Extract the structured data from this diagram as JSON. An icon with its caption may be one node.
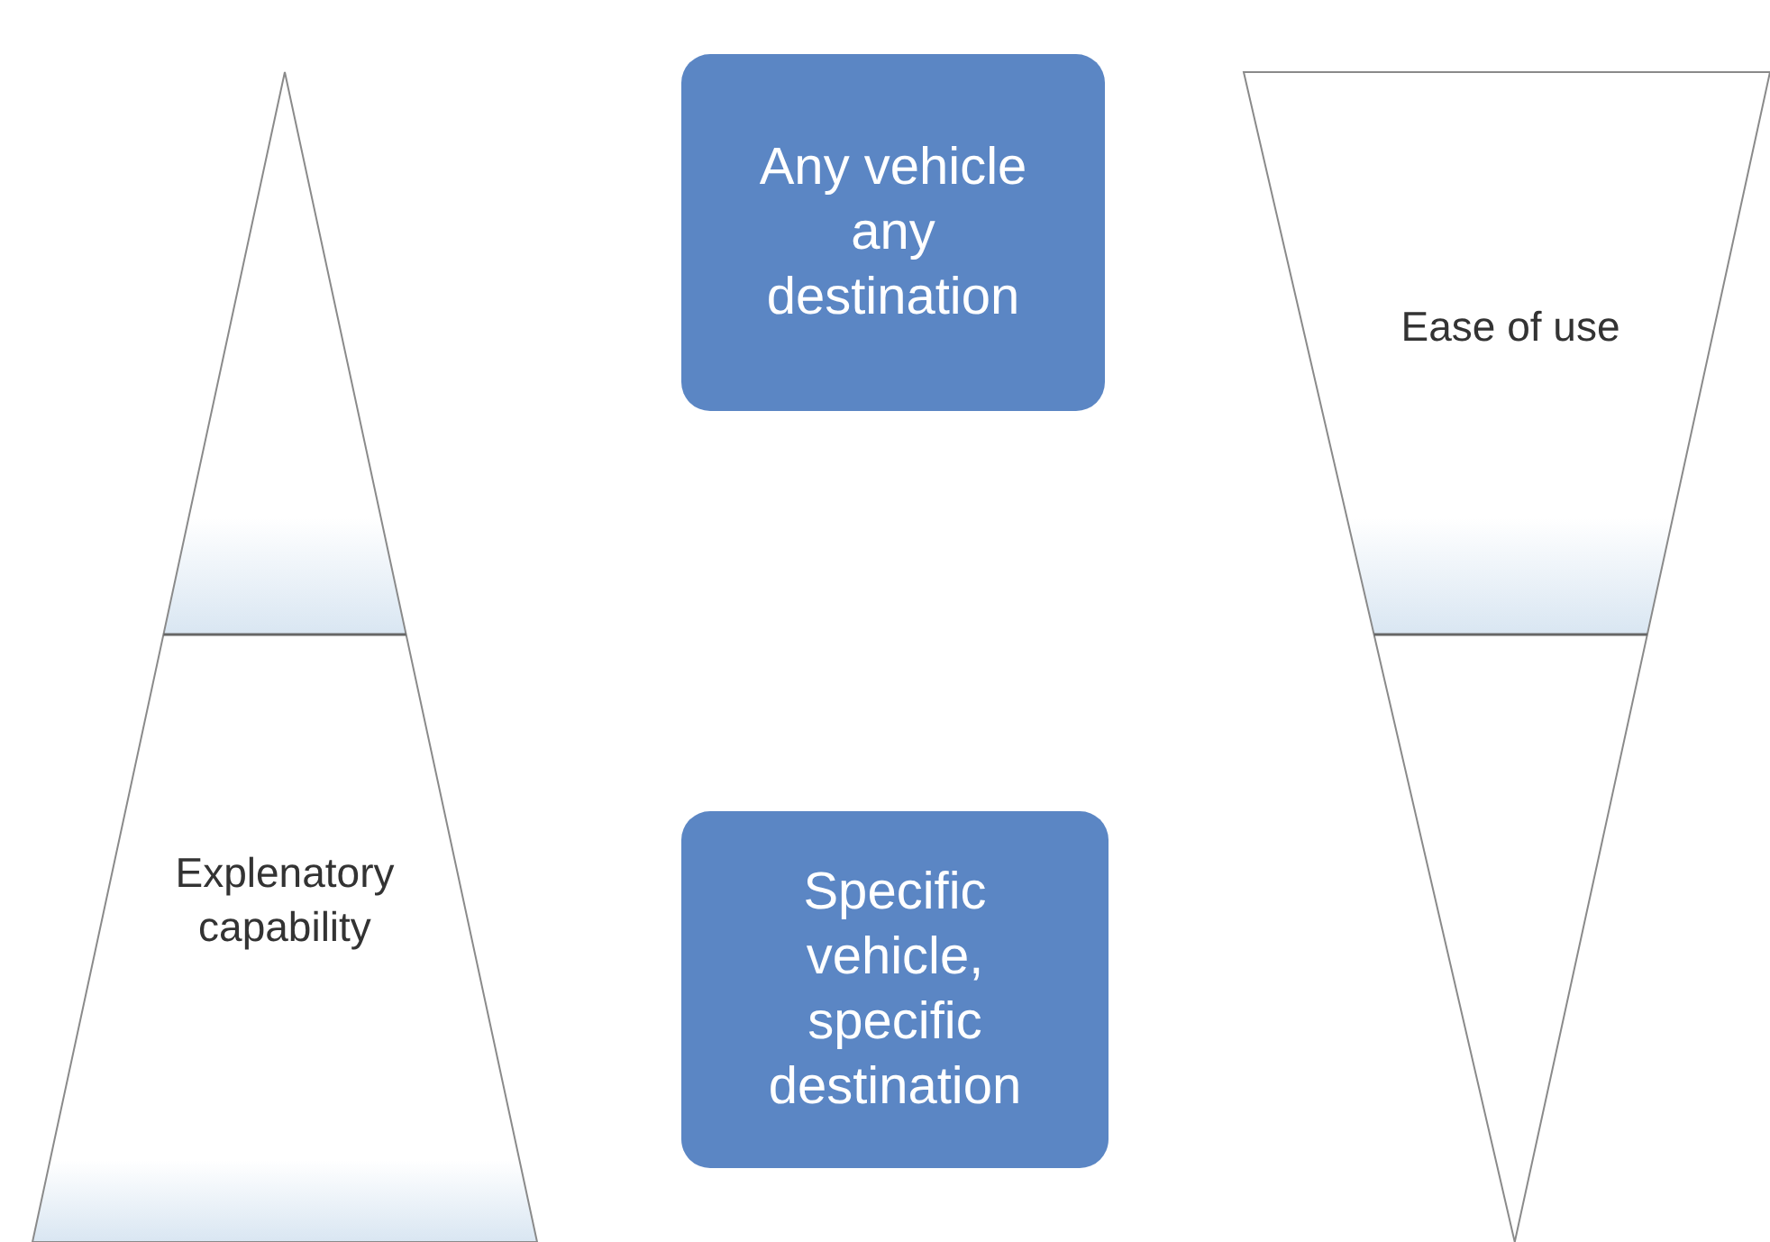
{
  "diagram": {
    "nodes": [
      {
        "text": [
          "Explenatory capability"
        ]
      },
      {
        "text": [
          "Any vehicle any destination"
        ]
      },
      {
        "text": [
          "Ease of use"
        ]
      },
      {
        "text": [
          "Specific vehicle, specific destination"
        ]
      }
    ]
  }
}
